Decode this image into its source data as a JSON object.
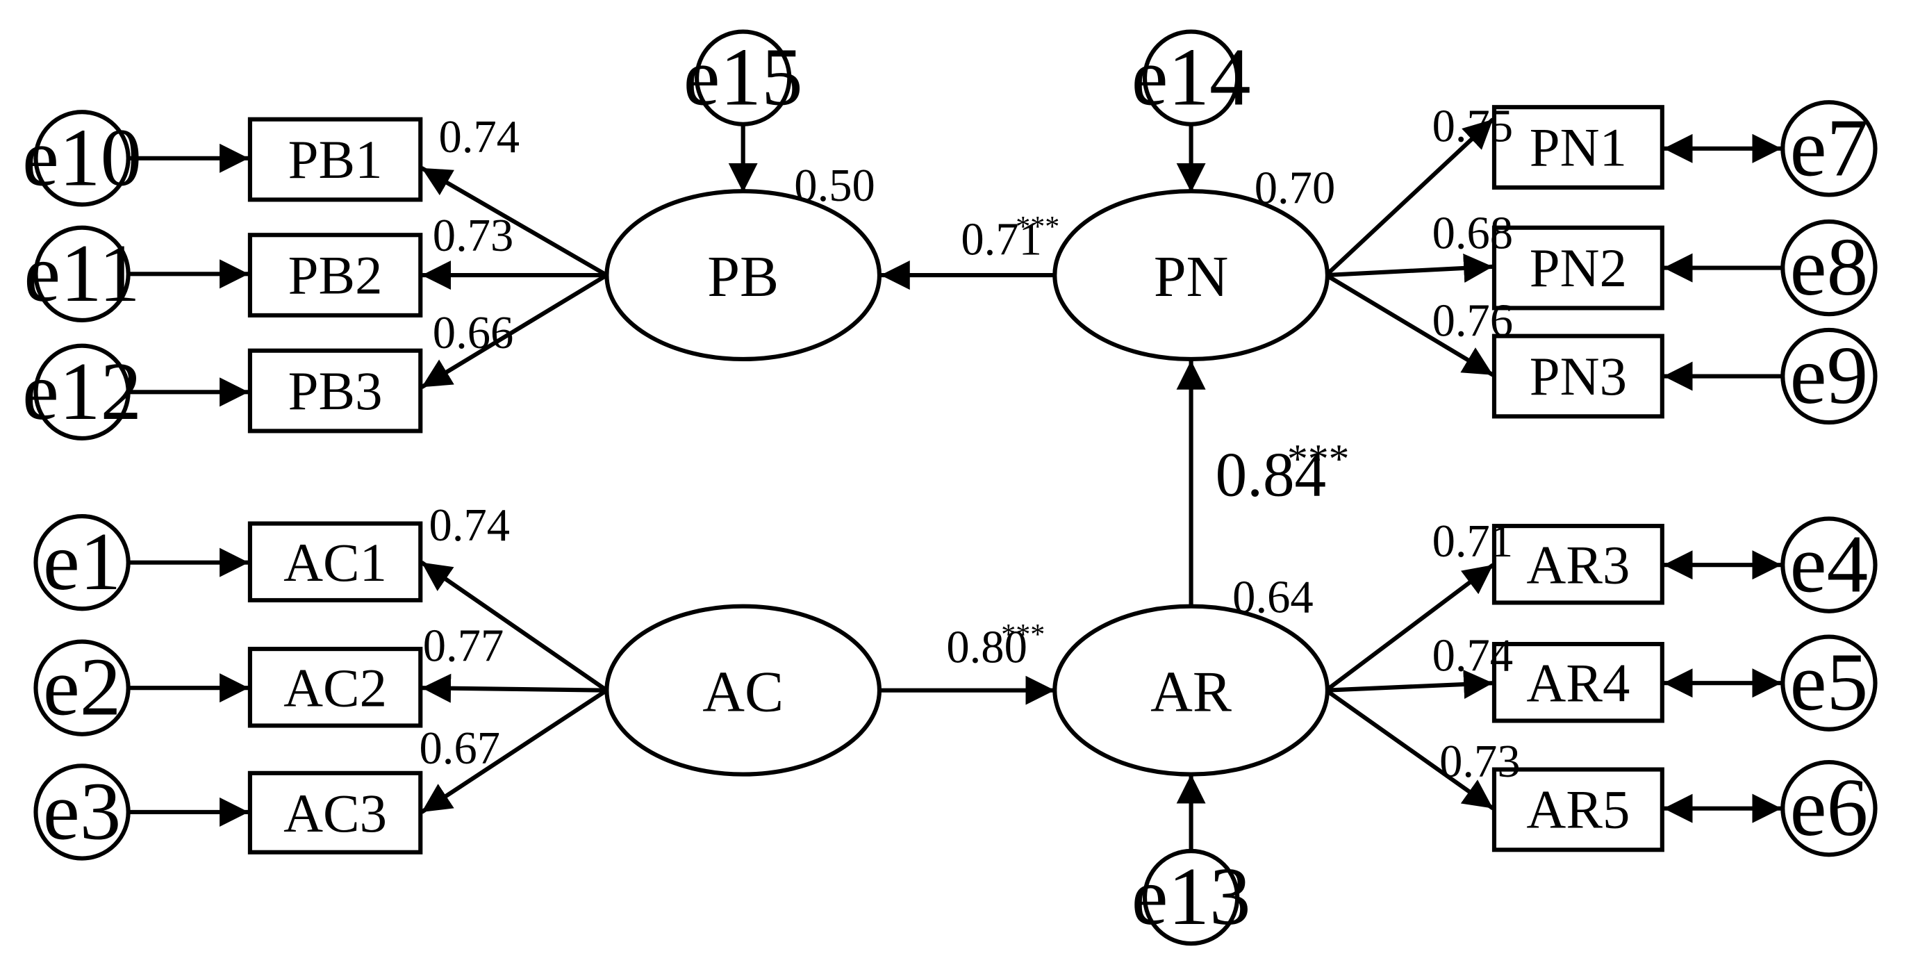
{
  "latents": {
    "PB": {
      "label": "PB",
      "r2": "0.50"
    },
    "PN": {
      "label": "PN",
      "r2": "0.70"
    },
    "AC": {
      "label": "AC"
    },
    "AR": {
      "label": "AR",
      "r2": "0.64"
    }
  },
  "indicators": {
    "PB1": {
      "label": "PB1",
      "loading": "0.74"
    },
    "PB2": {
      "label": "PB2",
      "loading": "0.73"
    },
    "PB3": {
      "label": "PB3",
      "loading": "0.66"
    },
    "PN1": {
      "label": "PN1",
      "loading": "0.75"
    },
    "PN2": {
      "label": "PN2",
      "loading": "0.68"
    },
    "PN3": {
      "label": "PN3",
      "loading": "0.76"
    },
    "AC1": {
      "label": "AC1",
      "loading": "0.74"
    },
    "AC2": {
      "label": "AC2",
      "loading": "0.77"
    },
    "AC3": {
      "label": "AC3",
      "loading": "0.67"
    },
    "AR3": {
      "label": "AR3",
      "loading": "0.71"
    },
    "AR4": {
      "label": "AR4",
      "loading": "0.74"
    },
    "AR5": {
      "label": "AR5",
      "loading": "0.73"
    }
  },
  "errors": {
    "e1": "e1",
    "e2": "e2",
    "e3": "e3",
    "e4": "e4",
    "e5": "e5",
    "e6": "e6",
    "e7": "e7",
    "e8": "e8",
    "e9": "e9",
    "e10": "e10",
    "e11": "e11",
    "e12": "e12",
    "e13": "e13",
    "e14": "e14",
    "e15": "e15"
  },
  "paths": {
    "PN_PB": {
      "value": "0.71",
      "sig": "***"
    },
    "AR_PN": {
      "value": "0.84",
      "sig": "***"
    },
    "AC_AR": {
      "value": "0.80",
      "sig": "***"
    }
  }
}
